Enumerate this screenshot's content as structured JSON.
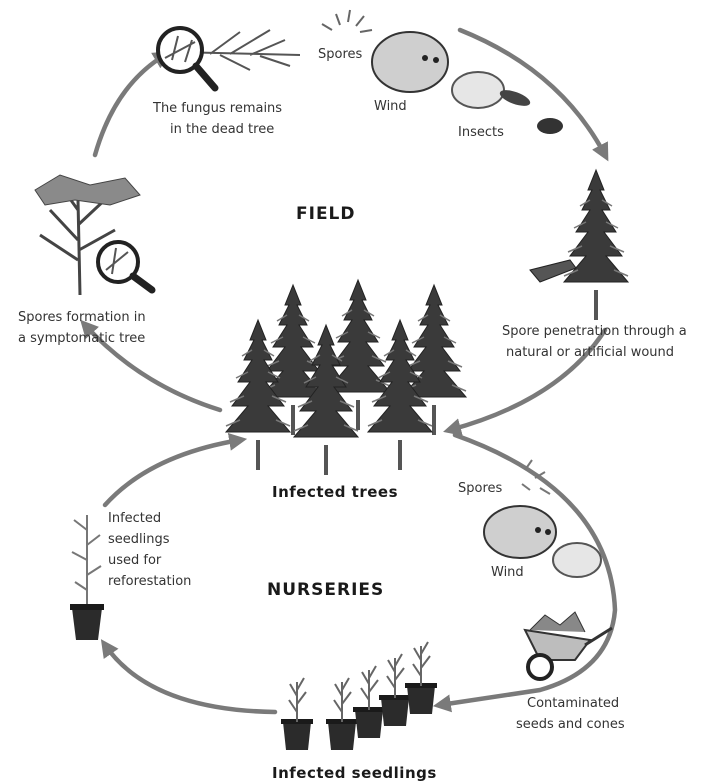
{
  "sections": {
    "field": "FIELD",
    "nurseries": "NURSERIES"
  },
  "labels": {
    "fungus_dead_tree": [
      "The fungus remains",
      "in the dead tree"
    ],
    "spores_top": "Spores",
    "wind_top": "Wind",
    "insects": "Insects",
    "spore_penetration": [
      "Spore penetration through a",
      "natural or artificial wound"
    ],
    "spores_formation": [
      "Spores formation in",
      "a symptomatic tree"
    ],
    "infected_trees": "Infected trees",
    "spores_bottom": "Spores",
    "wind_bottom": "Wind",
    "infected_seedlings_reforestation": [
      "Infected",
      "seedlings",
      "used for",
      "reforestation"
    ],
    "contaminated": [
      "Contaminated",
      "seeds and cones"
    ],
    "infected_seedlings": "Infected seedlings"
  },
  "colors": {
    "arrow": "#7a7a7a",
    "tree_dark": "#3a3a3a",
    "tree_mid": "#6e6e6e",
    "cloud": "#cfcfcf",
    "pot": "#2b2b2b"
  },
  "icons": [
    "magnifier-icon",
    "tree-icon",
    "cloud-wind-icon",
    "insect-icon",
    "wheelbarrow-icon",
    "pot-seedling-icon"
  ]
}
